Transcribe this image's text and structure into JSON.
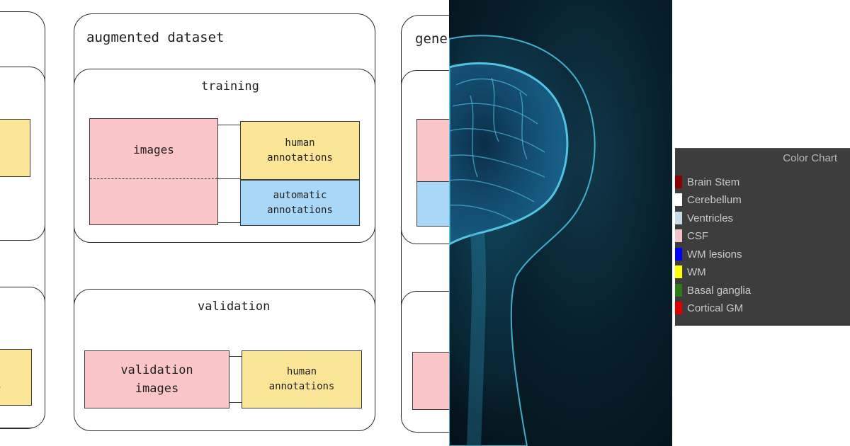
{
  "diagram": {
    "augmented_title": "augmented dataset",
    "generated_title_partial": "gene",
    "training": {
      "title": "training",
      "images": "images",
      "human_annotations": "human annotations",
      "automatic_annotations": "automatic annotations"
    },
    "validation": {
      "title": "validation",
      "validation_images": "validation images",
      "human_annotations": "human annotations"
    },
    "left_partial_text": "s"
  },
  "color_chart": {
    "title": "Color Chart",
    "items": [
      {
        "label": "Brain Stem",
        "color": "#8b0000"
      },
      {
        "label": "Cerebellum",
        "color": "#ffffff"
      },
      {
        "label": "Ventricles",
        "color": "#c6dbe8"
      },
      {
        "label": "CSF",
        "color": "#f3c3c8"
      },
      {
        "label": "WM lesions",
        "color": "#0000ff"
      },
      {
        "label": "WM",
        "color": "#ffff00"
      },
      {
        "label": "Basal ganglia",
        "color": "#2e7d12"
      },
      {
        "label": "Cortical GM",
        "color": "#e00000"
      }
    ]
  }
}
